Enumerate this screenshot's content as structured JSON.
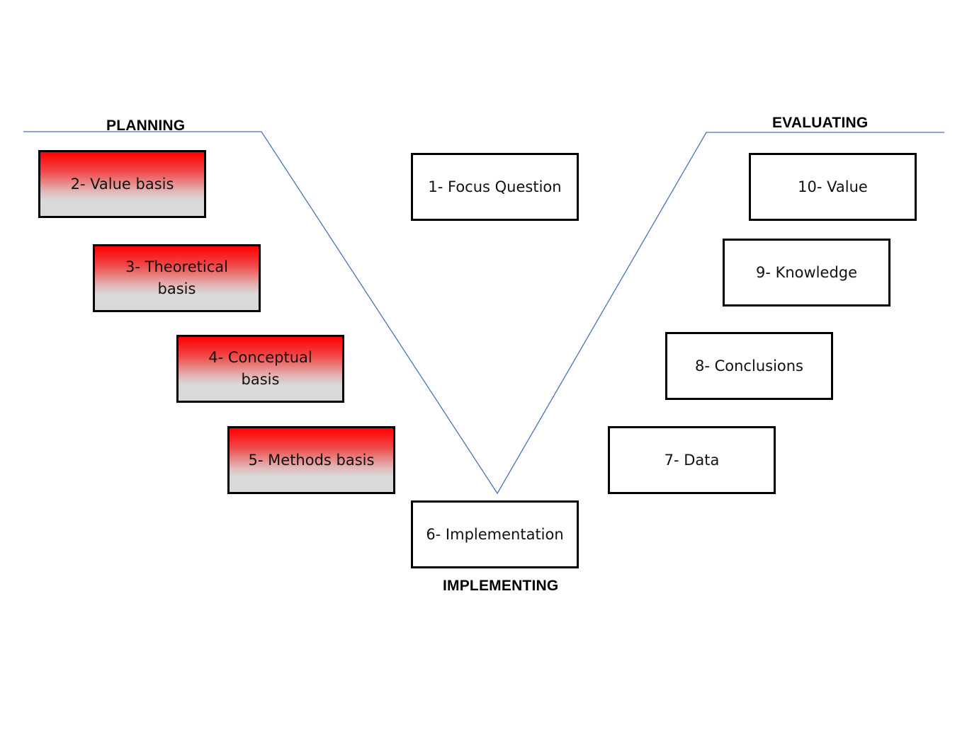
{
  "labels": {
    "planning": "PLANNING",
    "evaluating": "EVALUATING",
    "implementing": "IMPLEMENTING"
  },
  "colors": {
    "line": "#4a72b8",
    "shaded_top": "#ff0000",
    "shaded_bottom": "#d9d9d9",
    "border": "#000000"
  },
  "boxes": {
    "focus_question": "1- Focus Question",
    "value_basis": "2- Value basis",
    "theoretical_basis": "3- Theoretical\nbasis",
    "conceptual_basis": "4- Conceptual\nbasis",
    "methods_basis": "5-  Methods basis",
    "implementation": "6- Implementation",
    "data": "7- Data",
    "conclusions": "8- Conclusions",
    "knowledge": "9- Knowledge",
    "value": "10- Value"
  }
}
